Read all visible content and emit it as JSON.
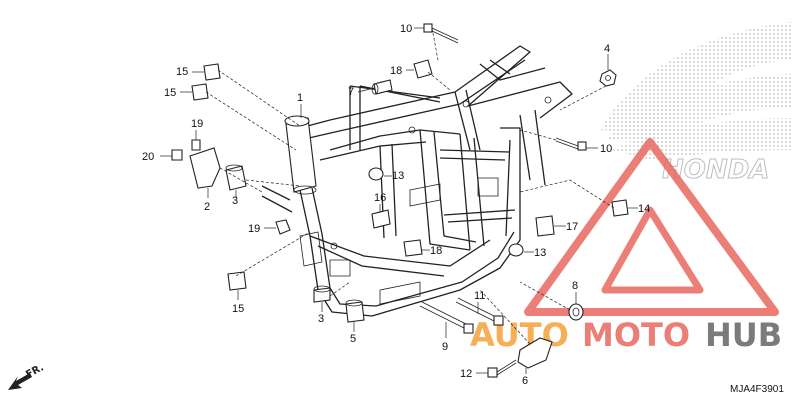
{
  "colors": {
    "watermark_red": "#e8685f",
    "watermark_orange": "#f6a23a",
    "watermark_gray": "#6d6d6d",
    "honda_dots": "#cfcfcf",
    "line": "#222222"
  },
  "watermark": {
    "brand_text": "HONDA",
    "word_left": "AUTO",
    "word_mid": "MOTO",
    "word_right": "HUB"
  },
  "direction": {
    "label": "FR."
  },
  "diagram_code": "MJA4F3901",
  "callouts": [
    {
      "id": "c10a",
      "text": "10"
    },
    {
      "id": "c18a",
      "text": "18"
    },
    {
      "id": "c4",
      "text": "4"
    },
    {
      "id": "c15a",
      "text": "15"
    },
    {
      "id": "c15b",
      "text": "15"
    },
    {
      "id": "c7",
      "text": "7"
    },
    {
      "id": "c1",
      "text": "1"
    },
    {
      "id": "c19a",
      "text": "19"
    },
    {
      "id": "c20",
      "text": "20"
    },
    {
      "id": "c10b",
      "text": "10"
    },
    {
      "id": "c2",
      "text": "2"
    },
    {
      "id": "c3a",
      "text": "3"
    },
    {
      "id": "c13a",
      "text": "13"
    },
    {
      "id": "c14",
      "text": "14"
    },
    {
      "id": "c16",
      "text": "16"
    },
    {
      "id": "c19b",
      "text": "19"
    },
    {
      "id": "c17",
      "text": "17"
    },
    {
      "id": "c18b",
      "text": "18"
    },
    {
      "id": "c13b",
      "text": "13"
    },
    {
      "id": "c15c",
      "text": "15"
    },
    {
      "id": "c8",
      "text": "8"
    },
    {
      "id": "c11",
      "text": "11"
    },
    {
      "id": "c3b",
      "text": "3"
    },
    {
      "id": "c5",
      "text": "5"
    },
    {
      "id": "c9",
      "text": "9"
    },
    {
      "id": "c12",
      "text": "12"
    },
    {
      "id": "c6",
      "text": "6"
    }
  ]
}
